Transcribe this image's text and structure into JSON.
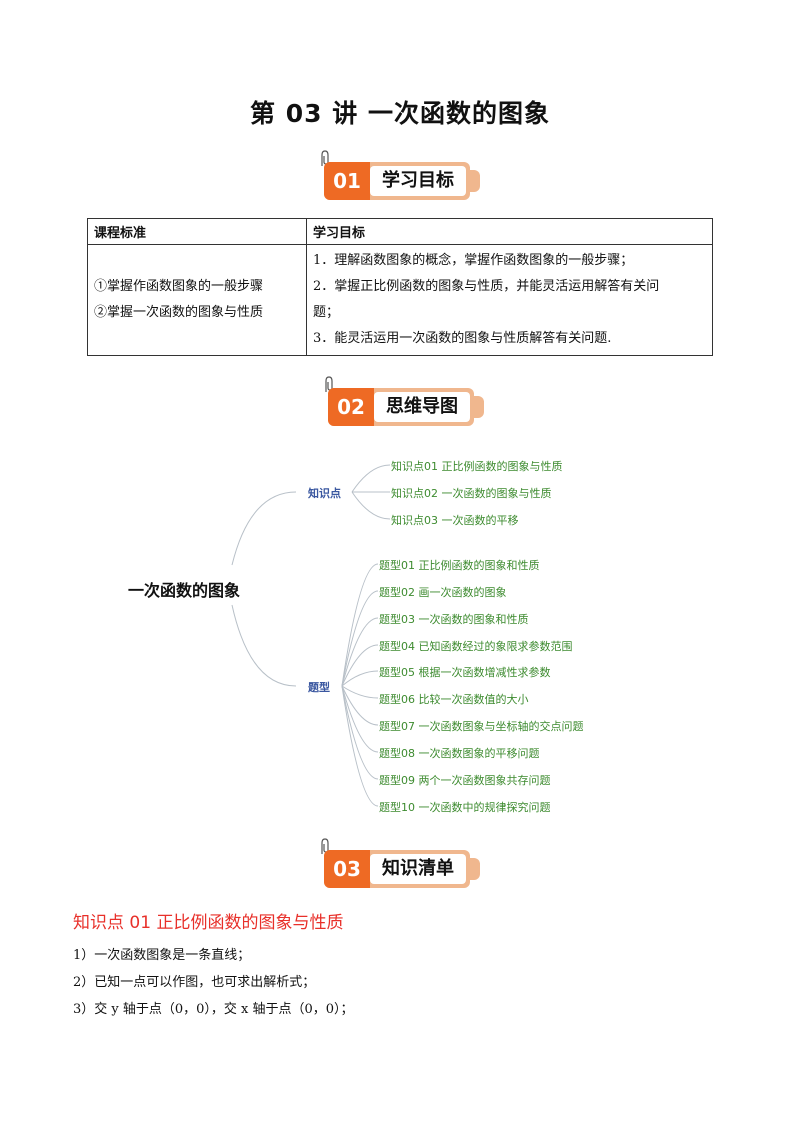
{
  "title": "第 03 讲  一次函数的图象",
  "sections": [
    {
      "num": "01",
      "label": "学习目标"
    },
    {
      "num": "02",
      "label": "思维导图"
    },
    {
      "num": "03",
      "label": "知识清单"
    }
  ],
  "objectives_table": {
    "headers": [
      "课程标准",
      "学习目标"
    ],
    "standards": [
      "①掌握作函数图象的一般步骤",
      "②掌握一次函数的图象与性质"
    ],
    "goals": [
      "1．理解函数图象的概念，掌握作函数图象的一般步骤；",
      "2．掌握正比例函数的图象与性质，并能灵活运用解答有关问",
      "题；",
      "3．能灵活运用一次函数的图象与性质解答有关问题."
    ]
  },
  "mindmap": {
    "root": "一次函数的图象",
    "branch_knowledge": "知识点",
    "knowledge_items": [
      "知识点01 正比例函数的图象与性质",
      "知识点02 一次函数的图象与性质",
      "知识点03 一次函数的平移"
    ],
    "branch_types": "题型",
    "type_items": [
      "题型01  正比例函数的图象和性质",
      "题型02  画一次函数的图象",
      "题型03  一次函数的图象和性质",
      "题型04  已知函数经过的象限求参数范围",
      "题型05  根据一次函数增减性求参数",
      "题型06  比较一次函数值的大小",
      "题型07  一次函数图象与坐标轴的交点问题",
      "题型08  一次函数图象的平移问题",
      "题型09  两个一次函数图象共存问题",
      "题型10  一次函数中的规律探究问题"
    ]
  },
  "knowledge": {
    "title": "知识点 01  正比例函数的图象与性质",
    "lines": [
      "1）一次函数图象是一条直线；",
      "2）已知一点可以作图，也可求出解析式；",
      "3）交 y 轴于点（0，0），交 x 轴于点（0，0）；"
    ]
  },
  "colors": {
    "accent": "#ee6a24",
    "badge_light": "#f0b78e",
    "heading_red": "#e8302a",
    "leaf_green": "#3d8b2f",
    "branch_blue": "#3a57a0"
  }
}
